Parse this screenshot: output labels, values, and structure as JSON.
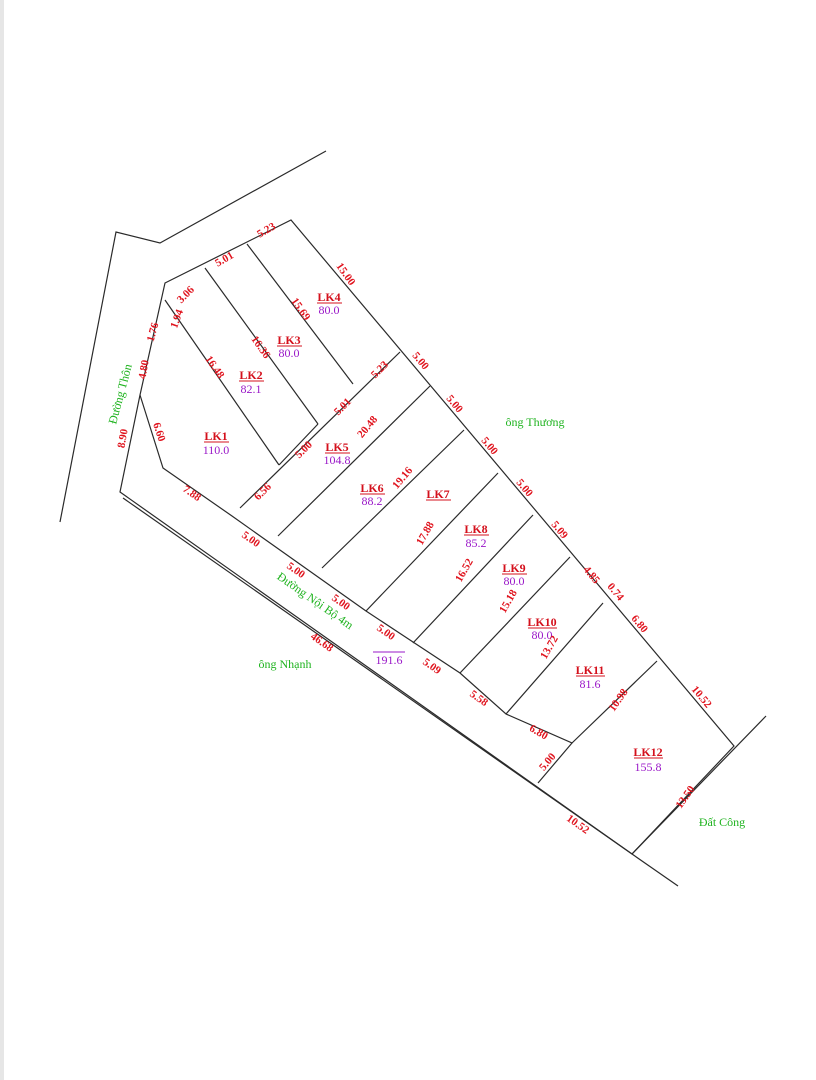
{
  "colors": {
    "lines": "#2a2a2a",
    "dimension_text": "#e0141e",
    "lot_name": "#d4101c",
    "lot_area": "#9a18c8",
    "neighbor_text": "#1fb31f"
  },
  "labels": {
    "duong_thon": "Đường Thôn",
    "ong_thuong": "ông Thương",
    "ong_nhanh": "ông Nhạnh",
    "dat_cong": "Đất Công",
    "duong_noi_bo": "Đường Nội Bộ 4m"
  },
  "lots": [
    {
      "name": "LK1",
      "area": "110.0"
    },
    {
      "name": "LK2",
      "area": "82.1"
    },
    {
      "name": "LK3",
      "area": "80.0"
    },
    {
      "name": "LK4",
      "area": "80.0"
    },
    {
      "name": "LK5",
      "area": "104.8"
    },
    {
      "name": "LK6",
      "area": "88.2"
    },
    {
      "name": "LK7",
      "area": ""
    },
    {
      "name": "LK8",
      "area": "85.2"
    },
    {
      "name": "LK9",
      "area": "80.0"
    },
    {
      "name": "LK10",
      "area": "80.0"
    },
    {
      "name": "LK11",
      "area": "81.6"
    },
    {
      "name": "LK12",
      "area": "155.8"
    }
  ],
  "road_area": "191.6",
  "dimensions": {
    "top_5_23": "5.23",
    "top_5_01": "5.01",
    "top_3_06": "3.06",
    "top_1_94": "1.94",
    "left_1_76": "1.76",
    "left_4_80": "4.80",
    "left_8_90": "8.90",
    "inner_6_60": "6.60",
    "lk4_15_00": "15.00",
    "lk3_15_69": "15.69",
    "lk2_16_36": "16.36",
    "lk1_16_48": "16.48",
    "mid_5_23": "5.23",
    "mid_5_01": "5.01",
    "mid_5_00": "5.00",
    "lk1_6_56": "6.56",
    "bot_7_88": "7.88",
    "bot_5_00_a": "5.00",
    "bot_5_00_b": "5.00",
    "bot_5_00_c": "5.00",
    "bot_5_00_d": "5.00",
    "bot_5_09": "5.09",
    "bot_5_58": "5.58",
    "bot_6_80": "6.80",
    "bot_5_00_e": "5.00",
    "bot_10_52": "10.52",
    "road_46_68": "46.68",
    "right_5_00_a": "5.00",
    "right_5_00_b": "5.00",
    "right_5_00_c": "5.00",
    "right_5_00_d": "5.00",
    "right_5_09": "5.09",
    "right_4_85": "4.85",
    "right_0_74": "0.74",
    "right_6_80": "6.80",
    "right_10_52": "10.52",
    "right_13_50": "13.50",
    "lk5_20_48": "20.48",
    "lk6_19_16": "19.16",
    "lk7_17_88": "17.88",
    "lk8_16_52": "16.52",
    "lk9_15_18": "15.18",
    "lk10_13_72": "13.72",
    "lk11_10_98": "10.98"
  }
}
